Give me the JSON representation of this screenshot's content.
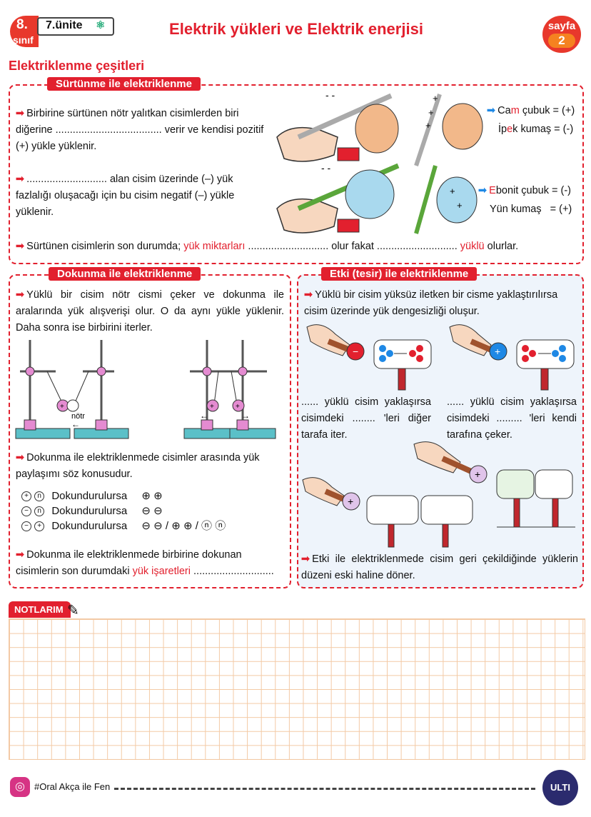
{
  "header": {
    "grade_number": "8.",
    "grade_word": "sınıf",
    "unit": "7.ünite",
    "title": "Elektrik yükleri ve Elektrik enerjisi",
    "page_word": "sayfa",
    "page_number": "2"
  },
  "section_title": "Elektriklenme çeşitleri",
  "friction": {
    "tag": "Sürtünme ile elektriklenme",
    "p1": "Birbirine sürtünen nötr yalıtkan cisimlerden biri diğerine ..................................... verir ve kendisi pozitif (+) yükle yüklenir.",
    "p2": "............................ alan cisim üzerinde (–) yük fazlalığı oluşacağı için bu cisim negatif (–) yükle yüklenir.",
    "p3_a": "Sürtünen cisimlerin son durumda; ",
    "p3_red1": "yük miktarları",
    "p3_b": " ............................ olur fakat ............................ ",
    "p3_red2": "yüklü",
    "p3_c": " olurlar.",
    "glass_pre": "Ca",
    "glass_red": "m",
    "glass_post": " çubuk = (+)",
    "silk_pre": "İp",
    "silk_red": "e",
    "silk_post": "k kumaş = (-)",
    "ebonite_red": "E",
    "ebonite_post": "bonit çubuk = (-)",
    "wool": "Yün kumaş   = (+)"
  },
  "contact": {
    "tag": "Dokunma ile elektriklenme",
    "p1": "Yüklü bir cisim nötr cismi çeker ve dokunma ile aralarında yük alışverişi olur. O da aynı yükle yüklenir. Daha sonra ise birbirini iterler.",
    "notr": "nötr",
    "p2": "Dokunma ile elektriklenmede cisimler arasında yük paylaşımı söz konusudur.",
    "rows": [
      {
        "a": "+",
        "b": "n",
        "label": "Dokundurulursa",
        "res": "⊕ ⊕"
      },
      {
        "a": "−",
        "b": "n",
        "label": "Dokundurulursa",
        "res": "⊖ ⊖"
      },
      {
        "a": "−",
        "b": "+",
        "label": "Dokundurulursa",
        "res": "⊖ ⊖ / ⊕ ⊕ / ⓝ ⓝ"
      }
    ],
    "p3_a": "Dokunma ile elektriklenmede birbirine dokunan cisimlerin son durumdaki ",
    "p3_red": "yük işaretleri",
    "p3_b": " ............................"
  },
  "induction": {
    "tag": "Etki (tesir) ile elektriklenme",
    "p1": "Yüklü bir cisim yüksüz iletken bir cisme yaklaştırılırsa cisim üzerinde yük dengesizliği oluşur.",
    "cap_left": "...... yüklü cisim yaklaşırsa cisimdeki ........ 'leri diğer tarafa iter.",
    "cap_right": "...... yüklü cisim yaklaşırsa cisimdeki ......... 'leri kendi tarafına çeker.",
    "p2": "Etki ile elektriklenmede cisim geri çekildiğinde yüklerin düzeni eski haline döner."
  },
  "notes_label": "NOTLARIM",
  "footer": "#Oral Akça ile Fen",
  "logo_text": "ULTI",
  "colors": {
    "accent": "#e2202e",
    "orange": "#f58220",
    "blue": "#1e88e5"
  }
}
